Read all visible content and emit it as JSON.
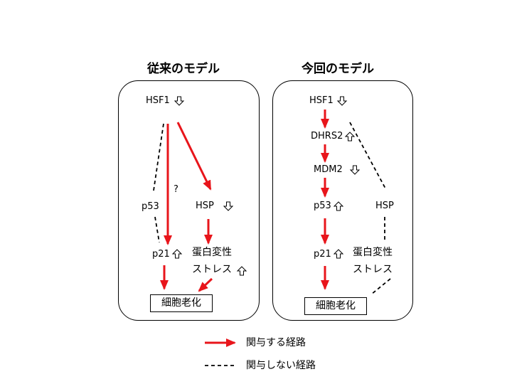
{
  "titles": {
    "left": "従来のモデル",
    "right": "今回のモデル"
  },
  "left_panel": {
    "hsf1": "HSF1",
    "p53": "p53",
    "question": "?",
    "hsp": "HSP",
    "p21": "p21",
    "stress_line1": "蛋白変性",
    "stress_line2": "ストレス",
    "senescence": "細胞老化"
  },
  "right_panel": {
    "hsf1": "HSF1",
    "dhrs2": "DHRS2",
    "mdm2": "MDM2",
    "p53": "p53",
    "hsp": "HSP",
    "p21": "p21",
    "stress_line1": "蛋白変性",
    "stress_line2": "ストレス",
    "senescence": "細胞老化"
  },
  "legend": {
    "involved": "関与する経路",
    "not_involved": "関与しない経路"
  },
  "colors": {
    "arrow": "#e8151b",
    "line": "#000000"
  },
  "icons": {
    "down": "hollow-down-arrow-icon",
    "up": "hollow-up-arrow-icon"
  }
}
